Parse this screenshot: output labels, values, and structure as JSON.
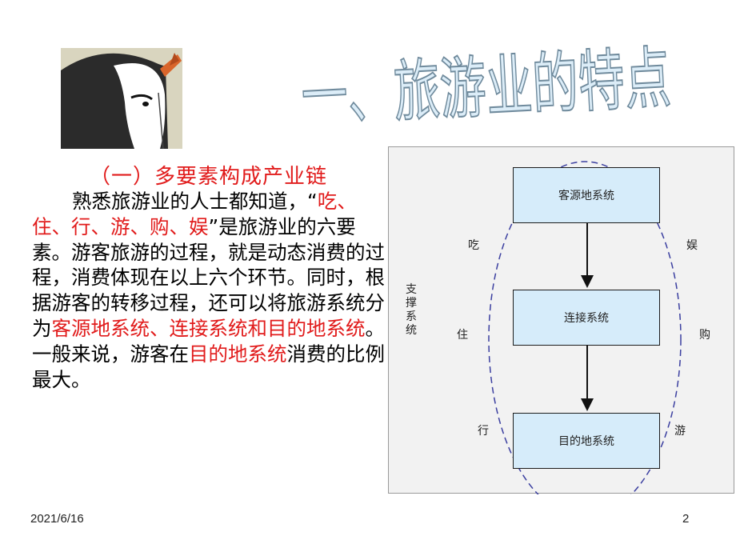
{
  "slide": {
    "title": "一、旅游业的特点",
    "subtitle": "（一）多要素构成产业链",
    "paragraph": [
      {
        "text": "熟悉旅游业的人士都知道，“",
        "red": false
      },
      {
        "text": "吃、住、行、游、购、娱",
        "red": true
      },
      {
        "text": "”是旅游业的六要素。游客旅游的过程，就是动态消费的过程，消费体现在以上六个环节。同时，根据游客的转移过程，还可以将旅游系统分为",
        "red": false
      },
      {
        "text": "客源地系统、连接系统和目的地系统",
        "red": true
      },
      {
        "text": "。一般来说，游客在",
        "red": false
      },
      {
        "text": "目的地系统",
        "red": true
      },
      {
        "text": "消费的比例最大。",
        "red": false
      }
    ]
  },
  "diagram": {
    "boxes": [
      "客源地系统",
      "连接系统",
      "目的地系统"
    ],
    "support_label": "支撑系统",
    "elements": {
      "eat": "吃",
      "stay": "住",
      "travel": "行",
      "entertain": "娱",
      "shop": "购",
      "tour": "游"
    }
  },
  "footer": {
    "date": "2021/6/16",
    "page": "2"
  },
  "colors": {
    "title_fill": "#dcedf8",
    "title_outline": "#6f8a9c",
    "accent_red": "#e11b1b",
    "box_fill": "#d6ecfa",
    "ellipse": "#3b3fa0"
  }
}
